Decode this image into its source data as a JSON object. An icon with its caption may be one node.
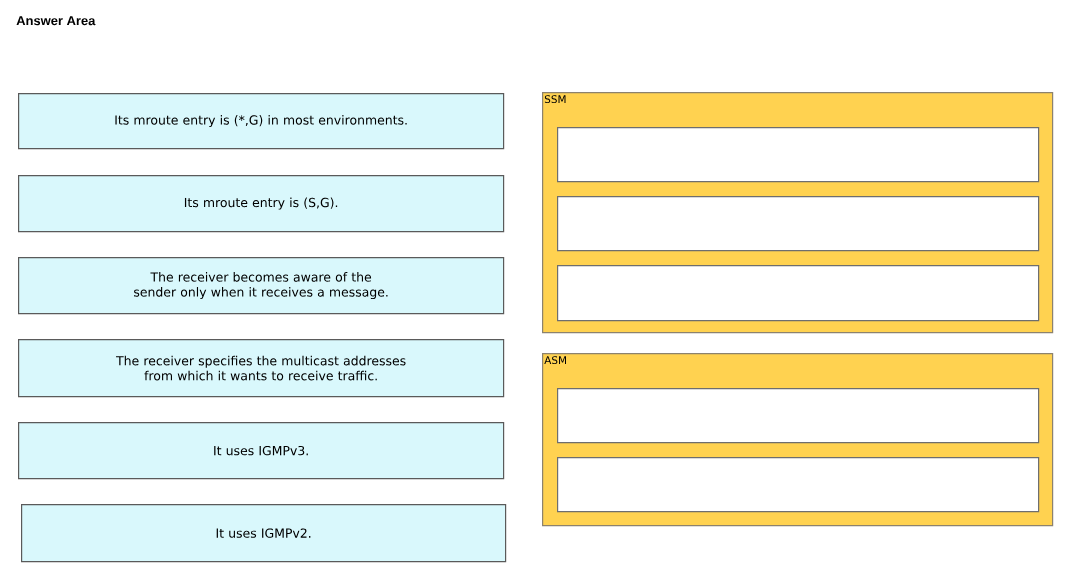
{
  "diagram": {
    "title": "Answer Area",
    "nodes": [
      {
        "text": [
          "Its mroute entry is (*,G) in most environments."
        ]
      },
      {
        "text": [
          "Its mroute entry is (S,G)."
        ]
      },
      {
        "text": [
          "The receiver becomes aware of the sender only when it receives a message."
        ]
      },
      {
        "text": [
          "The receiver specifies the multicast addresses from which it wants to receive traffic."
        ]
      },
      {
        "text": [
          "It uses IGMPv3."
        ]
      },
      {
        "text": [
          "It uses IGMPv2."
        ]
      },
      {
        "text": [
          "SSM"
        ]
      },
      {
        "text": [],
        "shape": "box",
        "in": 6
      },
      {
        "text": [],
        "shape": "box",
        "in": 6
      },
      {
        "text": [],
        "shape": "box",
        "in": 6
      },
      {
        "text": [
          "ASM"
        ]
      },
      {
        "text": [],
        "shape": "box",
        "in": 10
      },
      {
        "text": [],
        "shape": "box",
        "in": 10
      }
    ]
  }
}
